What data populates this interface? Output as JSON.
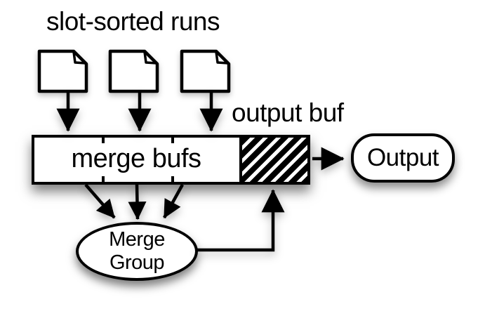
{
  "title": "slot-sorted runs",
  "labels": {
    "output_buf": "output buf"
  },
  "nodes": {
    "merge_bufs": {
      "label": "merge bufs"
    },
    "output": {
      "label": "Output"
    },
    "merge_group": {
      "line1": "Merge",
      "line2": "Group"
    }
  },
  "runs": {
    "count": 3
  },
  "colors": {
    "ink": "#000000",
    "paper": "#ffffff"
  }
}
